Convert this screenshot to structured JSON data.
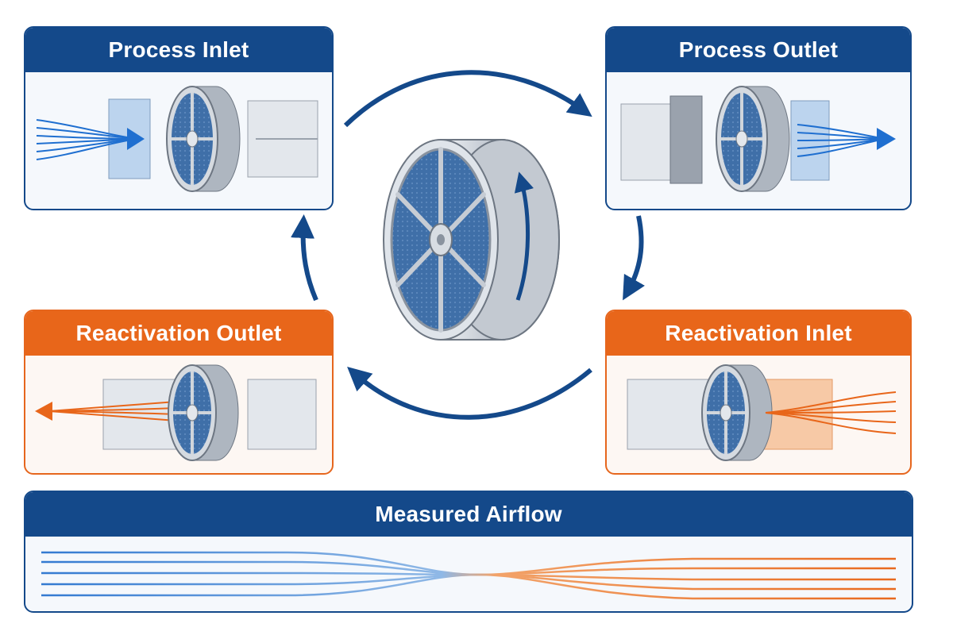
{
  "panels": {
    "process_inlet": "Process Inlet",
    "process_outlet": "Process Outlet",
    "reactivation_outlet": "Reactivation Outlet",
    "reactivation_inlet": "Reactivation Inlet",
    "measured_airflow": "Measured Airflow"
  },
  "colors": {
    "process_blue": "#14498a",
    "reactivation_orange": "#e8661a",
    "media_blue": "#3f6fa8",
    "housing_gray": "#b9c0c9"
  },
  "icons": [
    "desiccant-wheel-icon",
    "rotation-arrow-icon",
    "cycle-arrow-icon",
    "airflow-arrow-icon",
    "duct-icon"
  ]
}
